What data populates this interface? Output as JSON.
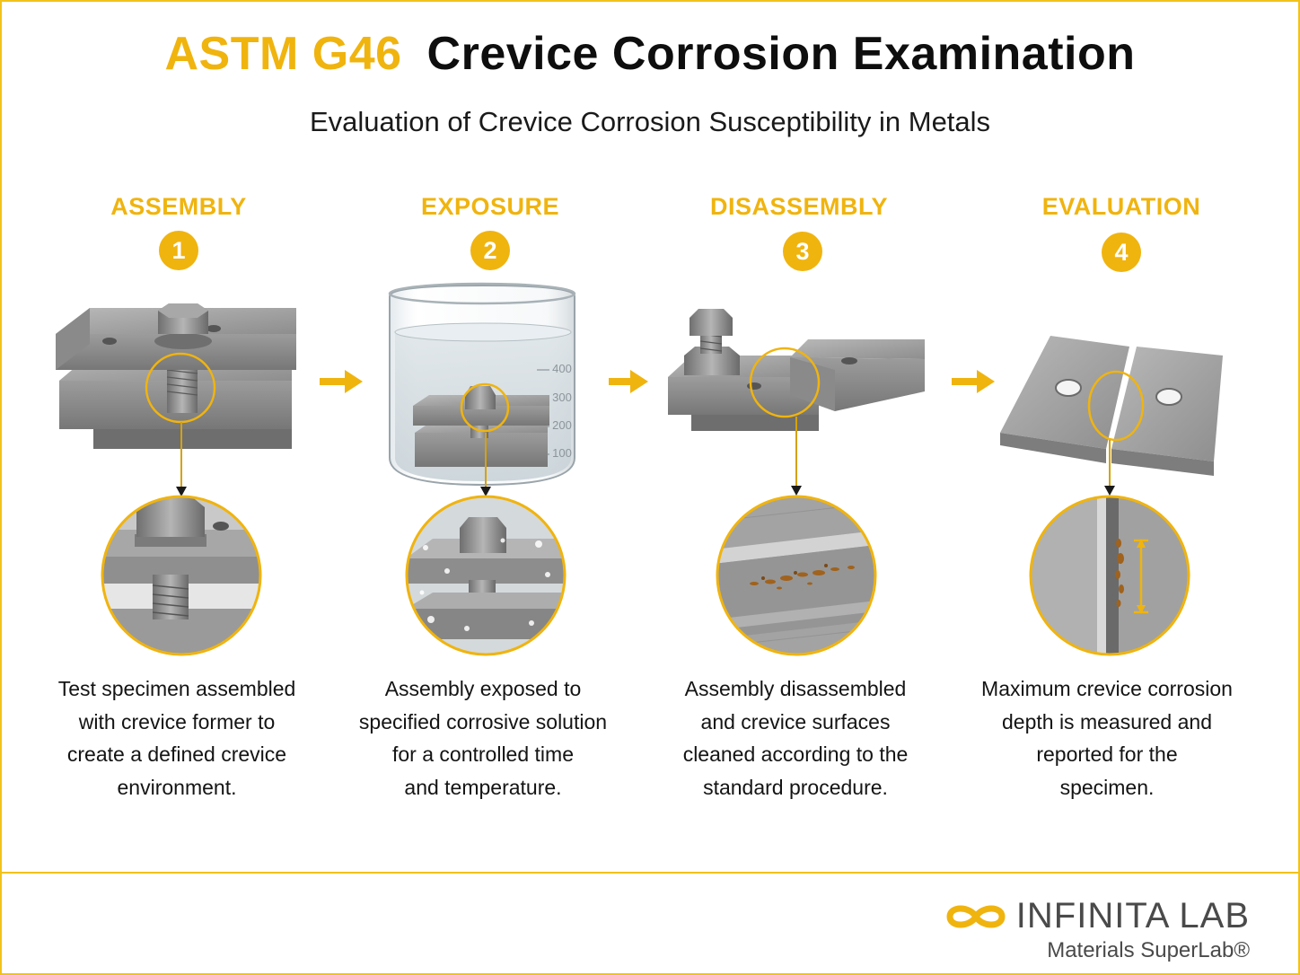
{
  "header": {
    "code": "ASTM G46",
    "title": "Crevice Corrosion Examination",
    "subtitle": "Evaluation of Crevice Corrosion Susceptibility in Metals"
  },
  "steps": [
    {
      "title": "ASSEMBLY",
      "number": "1",
      "description": [
        "Test specimen assembled",
        "with crevice former to",
        "create a defined crevice",
        "environment."
      ]
    },
    {
      "title": "EXPOSURE",
      "number": "2",
      "description": [
        "Assembly exposed to",
        "specified corrosive solution",
        "for a controlled time",
        "and temperature."
      ]
    },
    {
      "title": "DISASSEMBLY",
      "number": "3",
      "description": [
        "Assembly disassembled",
        "and crevice surfaces",
        "cleaned according to the",
        "standard procedure."
      ]
    },
    {
      "title": "EVALUATION",
      "number": "4",
      "description": [
        "Maximum crevice corrosion",
        "depth is measured and",
        "reported for the",
        "specimen."
      ]
    }
  ],
  "beaker_marks": [
    "400",
    "300",
    "200",
    "100"
  ],
  "brand": {
    "name": "INFINITA LAB",
    "tagline": "Materials SuperLab®"
  },
  "colors": {
    "accent": "#f0b40f",
    "metal": "#9a9a9a",
    "corrosion": "#a0621c"
  },
  "icons": [
    "arrow-right-icon",
    "infinity-logo-icon"
  ]
}
